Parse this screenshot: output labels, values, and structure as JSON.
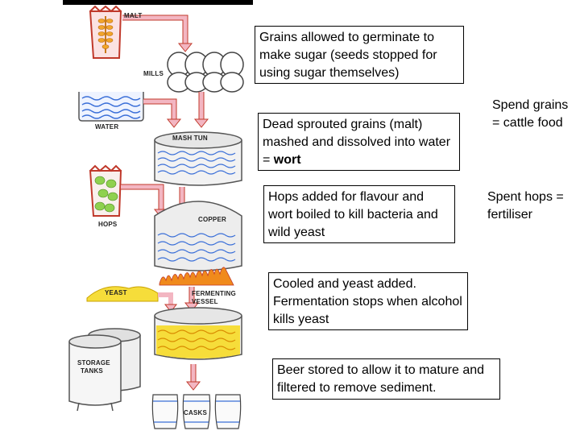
{
  "diagram": {
    "labels": {
      "malt": "MALT",
      "mills": "MILLS",
      "water": "WATER",
      "mash_tun": "MASH TUN",
      "hops": "HOPS",
      "copper": "COPPER",
      "yeast": "YEAST",
      "fermenting_vessel_1": "FERMENTING",
      "fermenting_vessel_2": "VESSEL",
      "storage_tanks_1": "STORAGE",
      "storage_tanks_2": "TANKS",
      "casks": "CASKS"
    },
    "boxes": {
      "germinate": "Grains allowed to germinate to make sugar (seeds stopped for using sugar themselves)",
      "mash_pre": "Dead sprouted grains (malt) mashed and dissolved into water = ",
      "mash_bold": "wort",
      "hops": "Hops added for flavour and wort boiled to kill bacteria and wild yeast",
      "ferment": "Cooled and yeast added. Fermentation stops when alcohol kills yeast",
      "store": "Beer stored to allow it to mature and filtered to remove sediment."
    },
    "side_notes": {
      "spent_grains": "Spend grains = cattle food",
      "spent_hops": "Spent hops = fertiliser"
    },
    "colors": {
      "arrow_pink": "#f3b6c2",
      "arrow_red": "#c0392b",
      "yeast_yellow": "#f6dd3a",
      "flame_orange": "#f08a1c",
      "water_blue": "#3a6fd8",
      "hop_green": "#8fd14f",
      "vessel_grey": "#d8d8d8"
    }
  }
}
